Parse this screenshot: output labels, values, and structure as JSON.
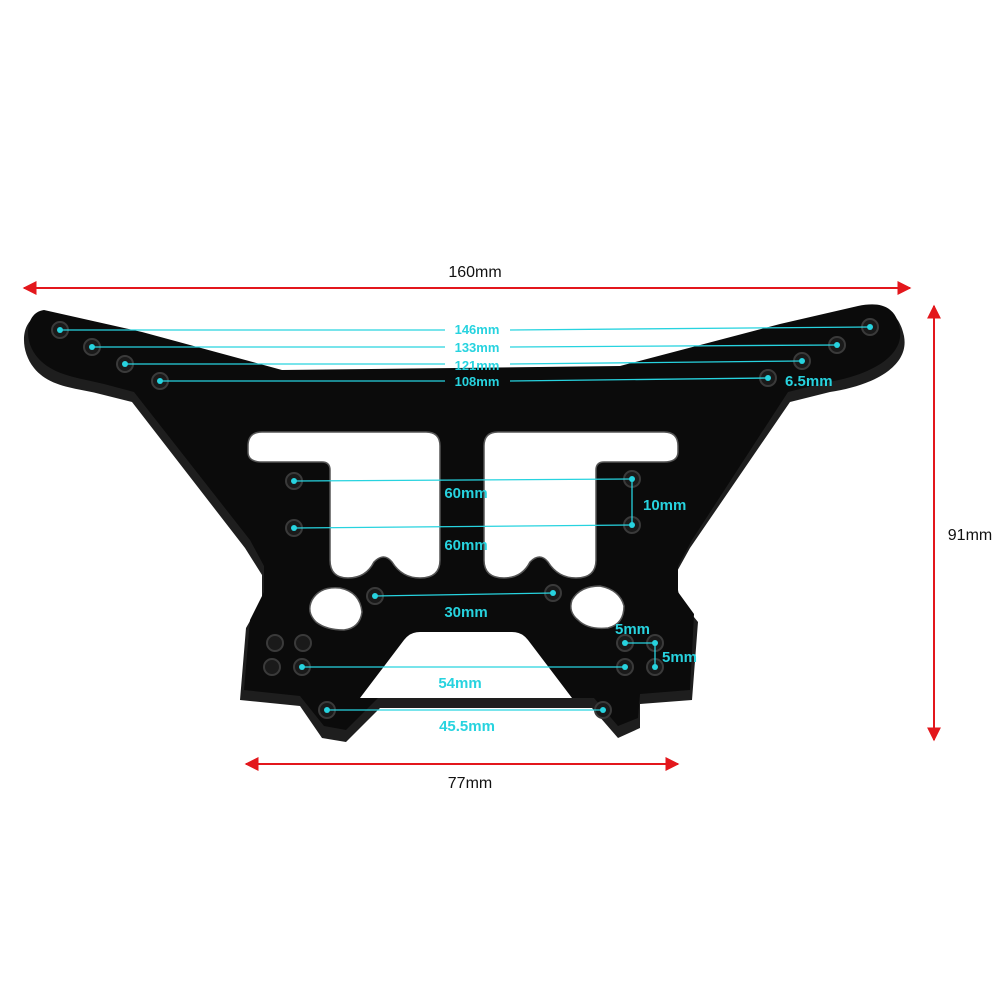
{
  "colors": {
    "arrow": "#e3171c",
    "measure": "#27d3df",
    "part": "#0b0b0b",
    "background": "#ffffff"
  },
  "outer_dimensions": {
    "width_label": "160mm",
    "height_label": "91mm",
    "bottom_label": "77mm"
  },
  "measurements": {
    "m146": "146mm",
    "m133": "133mm",
    "m121": "121mm",
    "m108": "108mm",
    "hole": "6.5mm",
    "upper60": "60mm",
    "lower60": "60mm",
    "vert10": "10mm",
    "m30": "30mm",
    "m5a": "5mm",
    "m5b": "5mm",
    "m54": "54mm",
    "m45": "45.5mm"
  }
}
